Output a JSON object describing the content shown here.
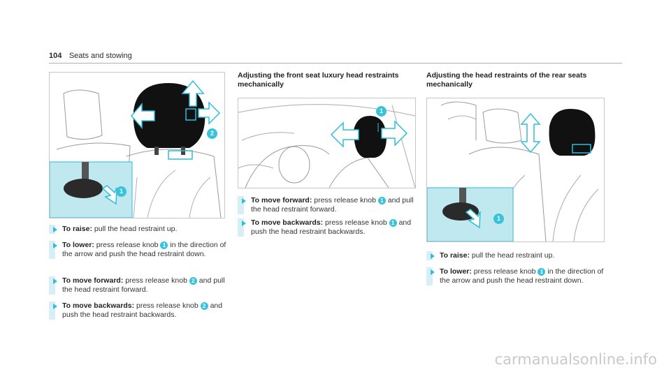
{
  "header": {
    "page_number": "104",
    "section_title": "Seats and stowing"
  },
  "colors": {
    "accent": "#2dbedb",
    "inset": "#bfe8ef",
    "rule": "#9fb8c4"
  },
  "column1": {
    "steps": [
      {
        "label": "To raise:",
        "text_a": " pull the head restraint up.",
        "knob": "",
        "text_b": ""
      },
      {
        "label": "To lower:",
        "text_a": " press release knob ",
        "knob": "1",
        "text_b": " in the direction of the arrow and push the head restraint down."
      },
      {
        "label": "To move forward:",
        "text_a": " press release knob ",
        "knob": "2",
        "text_b": " and pull the head restraint forward."
      },
      {
        "label": "To move backwards:",
        "text_a": " press release knob ",
        "knob": "2",
        "text_b": " and push the head restraint backwards."
      }
    ]
  },
  "column2": {
    "title": "Adjusting the front seat luxury head restraints mechanically",
    "steps": [
      {
        "label": "To move forward:",
        "text_a": " press release knob ",
        "knob": "1",
        "text_b": " and pull the head restraint forward."
      },
      {
        "label": "To move backwards:",
        "text_a": " press release knob ",
        "knob": "1",
        "text_b": " and push the head restraint backwards."
      }
    ]
  },
  "column3": {
    "title": "Adjusting the head restraints of the rear seats mechanically",
    "steps": [
      {
        "label": "To raise:",
        "text_a": " pull the head restraint up.",
        "knob": "",
        "text_b": ""
      },
      {
        "label": "To lower:",
        "text_a": " press release knob ",
        "knob": "1",
        "text_b": " in the direction of the arrow and push the head restraint down."
      }
    ]
  },
  "figures": {
    "fig1": {
      "callout_1": "1",
      "callout_2": "2"
    },
    "fig2": {
      "callout_1": "1"
    },
    "fig3": {
      "callout_1": "1"
    }
  },
  "watermark": "carmanualsonline.info"
}
